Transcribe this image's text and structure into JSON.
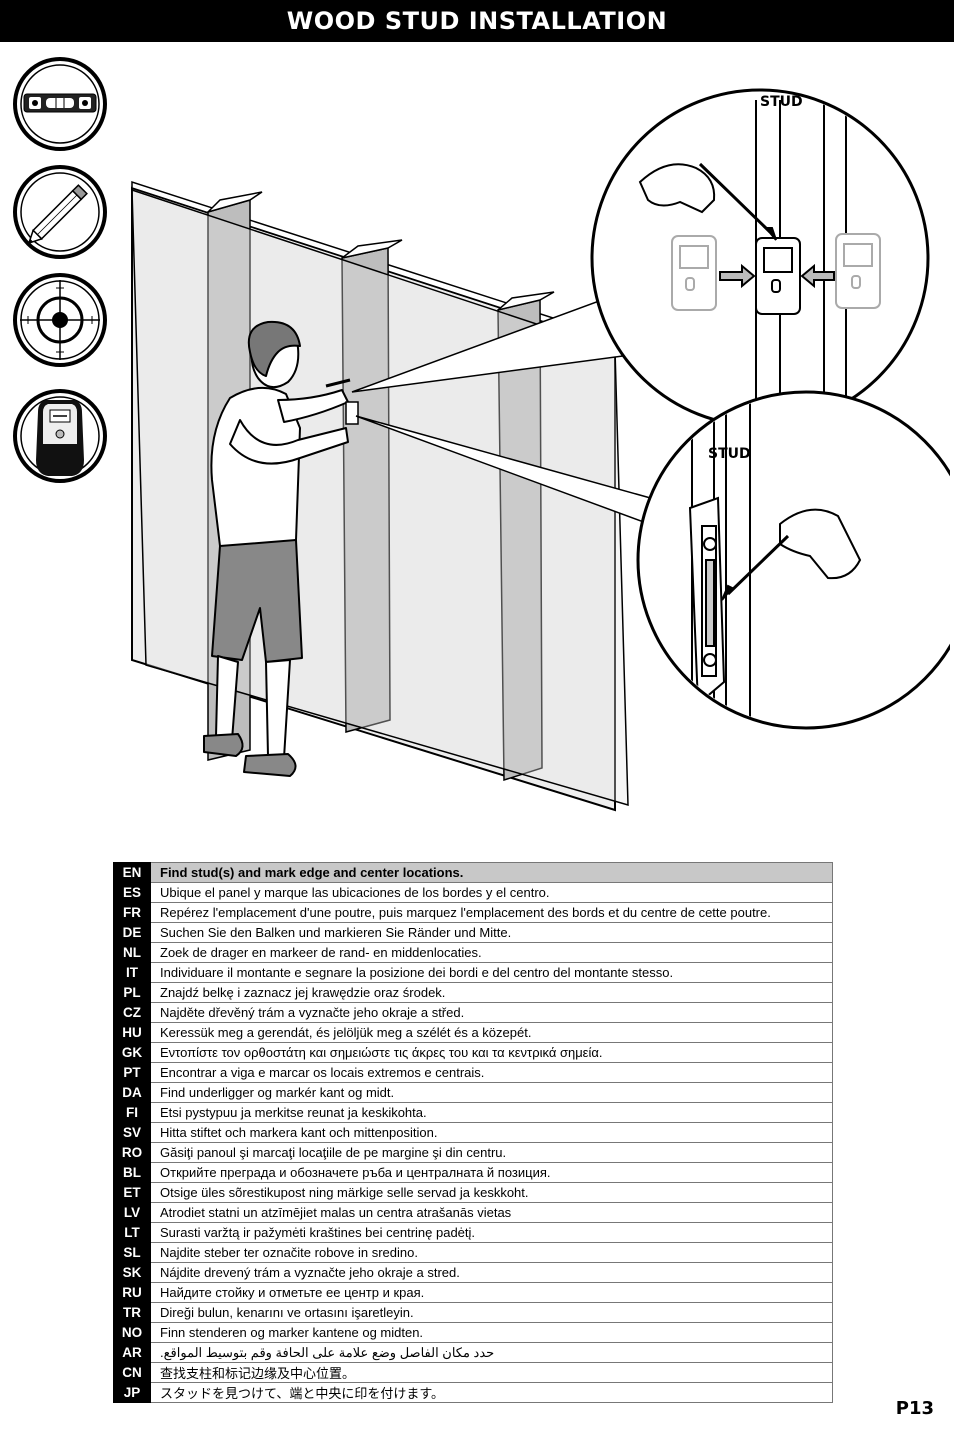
{
  "header": {
    "title": "WOOD STUD INSTALLATION"
  },
  "icons": [
    "level-icon",
    "pencil-icon",
    "crosshair-target-icon",
    "stud-finder-icon"
  ],
  "illustration": {
    "callout_top_label": "STUD",
    "callout_bottom_label": "STUD"
  },
  "instructions": [
    {
      "code": "EN",
      "text": "Find stud(s) and mark edge and center locations."
    },
    {
      "code": "ES",
      "text": "Ubique el panel y marque las ubicaciones de los bordes y el centro."
    },
    {
      "code": "FR",
      "text": "Repérez l'emplacement d'une poutre, puis marquez l'emplacement des bords et du centre de cette poutre."
    },
    {
      "code": "DE",
      "text": "Suchen Sie den Balken und markieren Sie Ränder und Mitte."
    },
    {
      "code": "NL",
      "text": "Zoek de drager en markeer de rand- en middenlocaties."
    },
    {
      "code": "IT",
      "text": "Individuare il montante e segnare la posizione dei bordi e del centro del montante stesso."
    },
    {
      "code": "PL",
      "text": "Znajdź belkę i zaznacz jej krawędzie oraz środek."
    },
    {
      "code": "CZ",
      "text": "Najděte dřevěný trám a vyznačte jeho okraje a střed."
    },
    {
      "code": "HU",
      "text": "Keressük meg a gerendát, és jelöljük meg a szélét és a közepét."
    },
    {
      "code": "GK",
      "text": "Εντοπίστε τον ορθοστάτη και σημειώστε τις άκρες του και τα κεντρικά σημεία."
    },
    {
      "code": "PT",
      "text": "Encontrar a viga e marcar os locais extremos e centrais."
    },
    {
      "code": "DA",
      "text": "Find underligger og markér kant og midt."
    },
    {
      "code": "FI",
      "text": "Etsi pystypuu ja merkitse reunat ja keskikohta."
    },
    {
      "code": "SV",
      "text": "Hitta stiftet och markera kant och mittenposition."
    },
    {
      "code": "RO",
      "text": "Găsiţi panoul şi marcaţi locaţiile de pe margine şi din centru."
    },
    {
      "code": "BL",
      "text": "Открийте преграда и обозначете ръба и централната й позиция."
    },
    {
      "code": "ET",
      "text": "Otsige üles sõrestikupost ning märkige selle servad ja keskkoht."
    },
    {
      "code": "LV",
      "text": "Atrodiet statni un atzīmējiet malas un centra atrašanās vietas"
    },
    {
      "code": "LT",
      "text": "Surasti varžtą ir pažymėti kraštines bei centrinę padėtį."
    },
    {
      "code": "SL",
      "text": "Najdite steber ter označite robove in sredino."
    },
    {
      "code": "SK",
      "text": "Nájdite drevený trám a vyznačte jeho okraje a stred."
    },
    {
      "code": "RU",
      "text": "Найдите стойку и отметьте ее центр и края."
    },
    {
      "code": "TR",
      "text": "Direği bulun, kenarını ve ortasını işaretleyin."
    },
    {
      "code": "NO",
      "text": "Finn stenderen og marker kantene og midten."
    },
    {
      "code": "AR",
      "text": "حدد مكان الفاصل وضع علامة على الحافة وقم بتوسيط المواقع."
    },
    {
      "code": "CN",
      "text": "查找支柱和标记边缘及中心位置。"
    },
    {
      "code": "JP",
      "text": "スタッドを見つけて、端と中央に印を付けます。"
    }
  ],
  "footer": {
    "page_number": "P13"
  }
}
